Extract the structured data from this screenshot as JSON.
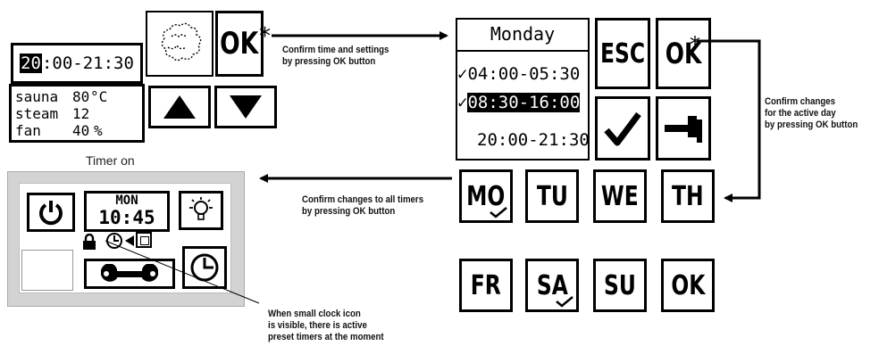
{
  "panel1": {
    "time_highlight": "20",
    "time_rest": ":00-21:30",
    "ok_label": "OK",
    "asterisk": "*",
    "status_lines": [
      {
        "name": "sauna",
        "value": "80",
        "unit": "°C"
      },
      {
        "name": "steam",
        "value": "12",
        "unit": ""
      },
      {
        "name": "fan",
        "value": "40",
        "unit": "%"
      }
    ]
  },
  "panel2": {
    "day": "Monday",
    "esc_label": "ESC",
    "ok_label": "OK",
    "asterisk": "*",
    "timers": [
      "04:00-05:30",
      "08:30-16:00",
      "20:00-21:30"
    ]
  },
  "panel3": {
    "days": [
      "MO",
      "TU",
      "WE",
      "TH",
      "FR",
      "SA",
      "SU"
    ],
    "ok_label": "OK"
  },
  "panel4": {
    "caption": "Timer on",
    "day": "MON",
    "time": "10:45"
  },
  "notes": {
    "confirm_time": "Confirm time and settings\nby pressing OK button",
    "confirm_day": "Confirm changes\nfor the active day\nby pressing OK button",
    "confirm_all": "Confirm changes to all timers\nby pressing OK button",
    "clock_icon": "When small clock icon\nis visible, there is active\npreset timers at the moment"
  },
  "colors": {
    "frame": "#000000",
    "device_bezel": "#d3d3d3",
    "lcd_bg": "#ffffff"
  },
  "icons": [
    "power-icon",
    "bulb-icon",
    "wrench-icon",
    "clock-icon",
    "lock-icon",
    "check-icon",
    "hammer-icon",
    "up-arrow-icon",
    "down-arrow-icon",
    "smoke-icon"
  ]
}
